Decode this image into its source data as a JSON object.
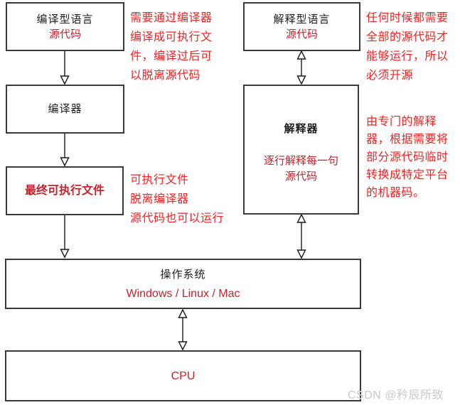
{
  "colors": {
    "box_border": "#3a3a3a",
    "title_black": "#1d1d1f",
    "box_red": "#c2242f",
    "note_red": "#f22222",
    "watermark_gray": "#c9c9c9"
  },
  "boxes": {
    "compiled_source": {
      "title": "编译型语言",
      "subtitle": "源代码"
    },
    "compiler": {
      "title": "编译器"
    },
    "executable": {
      "title": "最终可执行文件"
    },
    "interpreted_source": {
      "title": "解释型语言",
      "subtitle": "源代码"
    },
    "interpreter": {
      "title": "解释器",
      "line1": "逐行解释每一句",
      "line2": "源代码"
    },
    "os": {
      "title": "操作系统",
      "subtitle": "Windows / Linux / Mac"
    },
    "cpu": {
      "title": "CPU"
    }
  },
  "notes": {
    "compile": [
      "需要通过编译器",
      "编译成可执行文",
      "件，编译过后可",
      "以脱离源代码"
    ],
    "executable": [
      "可执行文件",
      "脱离编译器",
      "源代码也可以运行"
    ],
    "interpreted": [
      "任何时候都需要",
      "全部的源代码才",
      "能够运行，所以",
      "必须开源"
    ],
    "interpreter": [
      "由专门的解释",
      "器，根据需要将",
      "部分源代码临时",
      "转换成特定平台",
      "的机器码。"
    ]
  },
  "watermark": "CSDN @矜辰所致"
}
